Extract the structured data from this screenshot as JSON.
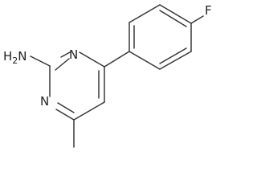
{
  "molecule": {
    "atoms": {
      "amine": "H2N",
      "fluorine": "F",
      "ring_nitrogen_upper": "N",
      "ring_nitrogen_lower": "N"
    }
  },
  "colors": {
    "bond": "#333333",
    "text": "#222222",
    "background": "#ffffff"
  }
}
